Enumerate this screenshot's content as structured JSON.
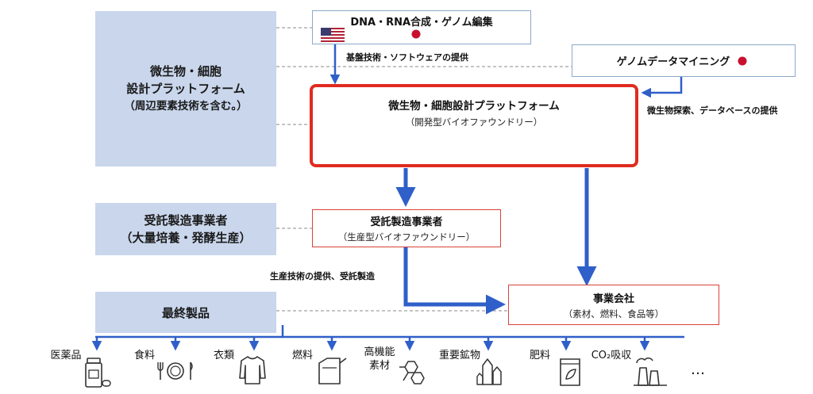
{
  "categories": {
    "design_platform": [
      "微生物・細胞",
      "設計プラットフォーム",
      "（周辺要素技術を含む。）"
    ],
    "contract_mfg": [
      "受託製造事業者",
      "（大量培養・発酵生産）"
    ],
    "final_products": "最終製品"
  },
  "boxes": {
    "dna_rna": "DNA・RNA合成・ゲノム編集",
    "genome_mining": "ゲノムデータマイニング",
    "platform_title": "微生物・細胞設計プラットフォーム",
    "platform_sub": "（開発型バイオファウンドリー）",
    "cmo_title": "受託製造事業者",
    "cmo_sub": "（生産型バイオファウンドリー）",
    "company_title": "事業会社",
    "company_sub": "（素材、燃料、食品等）"
  },
  "labels": {
    "tech_provision": "基盤技術・ソフトウェアの提供",
    "exploration": "微生物探索、データベースの提供",
    "production_tech": "生産技術の提供、受託製造"
  },
  "products": [
    {
      "label": "医薬品",
      "icon": "medicine-bottle-icon"
    },
    {
      "label": "食料",
      "icon": "plate-cutlery-icon"
    },
    {
      "label": "衣類",
      "icon": "shirt-icon"
    },
    {
      "label": "燃料",
      "icon": "fuel-can-icon"
    },
    {
      "label": "高機能\n素材",
      "icon": "molecule-icon"
    },
    {
      "label": "重要鉱物",
      "icon": "crystal-icon"
    },
    {
      "label": "肥料",
      "icon": "fertilizer-bag-icon"
    },
    {
      "label": "CO₂吸収",
      "icon": "factory-icon"
    }
  ],
  "ellipsis": "…",
  "colors": {
    "arrow_blue": "#2f5fc8",
    "category_fill": "#c9d6ec",
    "box_border_red": "#d9423a",
    "platform_border_red": "#e02b20",
    "flag_jp_red": "#c8102e"
  },
  "flags": {
    "usa": "us-flag-icon",
    "japan": "jp-flag-icon"
  }
}
